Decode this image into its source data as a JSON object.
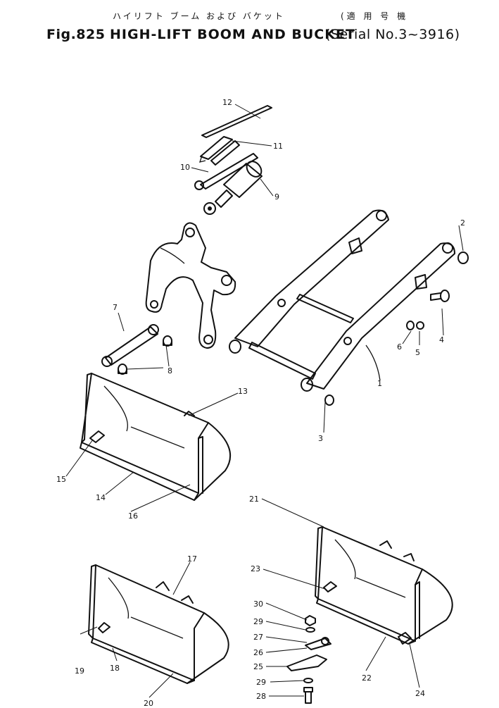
{
  "header": {
    "fig_no": "Fig.825",
    "title_jp": "ハイリフト ブーム および バケット",
    "title_en": "HIGH-LIFT BOOM AND BUCKET",
    "serial_jp": "(適 用 号 機",
    "serial": "(Serial No.3~3916)"
  },
  "callouts": [
    "1",
    "2",
    "3",
    "4",
    "5",
    "6",
    "7",
    "8",
    "9",
    "10",
    "11",
    "12",
    "13",
    "14",
    "15",
    "16",
    "17",
    "18",
    "19",
    "20",
    "21",
    "22",
    "23",
    "24",
    "25",
    "26",
    "27",
    "28",
    "29",
    "29",
    "30"
  ]
}
